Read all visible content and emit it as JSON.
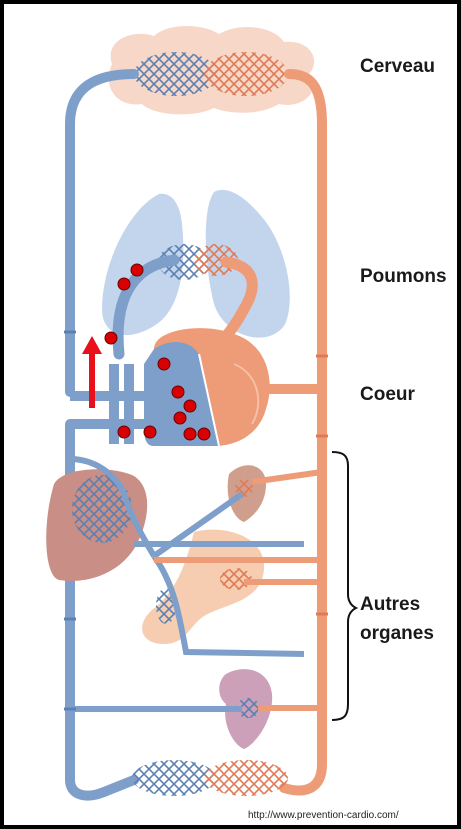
{
  "labels": {
    "brain": "Cerveau",
    "lungs": "Poumons",
    "heart": "Coeur",
    "other_organs": "Autres\norganes"
  },
  "source": "http://www.prevention-cardio.com/",
  "colors": {
    "venous": "#7f9fcb",
    "venous_dark": "#5d80b3",
    "arterial": "#ee9b78",
    "arterial_dark": "#e07a55",
    "lung": "#c3d5ec",
    "brain": "#f7d8c8",
    "liver": "#c98f86",
    "stomach": "#f6cdb0",
    "kidney": "#cf9e8c",
    "lower_organ": "#cca0b8",
    "clot": "#d80000",
    "arrow": "#e8101a",
    "bracket": "#111111"
  },
  "icons": {
    "flow_arrow": "red-upward-arrow-icon",
    "clots": "red-blood-clot-dots"
  }
}
